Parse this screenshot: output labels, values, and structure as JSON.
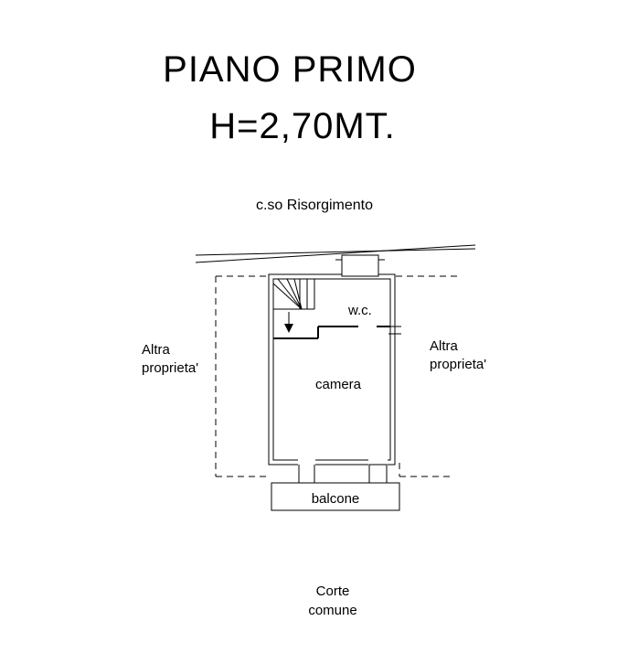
{
  "title": {
    "line1": "PIANO PRIMO",
    "line2": "H=2,70MT."
  },
  "street_label": "c.so Risorgimento",
  "left_property": {
    "line1": "Altra",
    "line2": "proprieta'"
  },
  "right_property": {
    "line1": "Altra",
    "line2": "proprieta'"
  },
  "rooms": {
    "wc": "w.c.",
    "bedroom": "camera",
    "balcony": "balcone"
  },
  "court": {
    "line1": "Corte",
    "line2": "comune"
  },
  "colors": {
    "ink": "#000000",
    "background": "#ffffff"
  }
}
